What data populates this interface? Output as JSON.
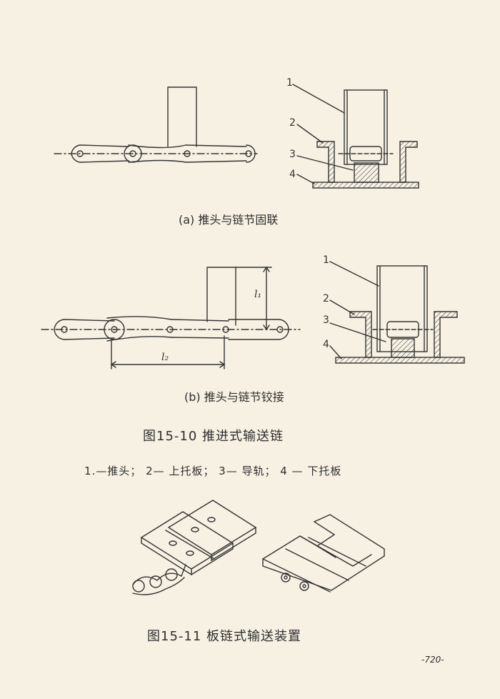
{
  "figure_a": {
    "caption": "(a) 推头与链节固联",
    "callouts": [
      "1",
      "2",
      "3",
      "4"
    ]
  },
  "figure_b": {
    "caption": "(b) 推头与链节铰接",
    "callouts": [
      "1",
      "2",
      "3",
      "4"
    ],
    "dim_l1": "l₁",
    "dim_l2": "l₂"
  },
  "fig15_10_title": "图15-10  推进式输送链",
  "legend": "1.—推头；  2— 上托板；  3— 导轨；  4 — 下托板",
  "fig15_11_title": "图15-11  板链式输送装置",
  "page_number": "-720-"
}
